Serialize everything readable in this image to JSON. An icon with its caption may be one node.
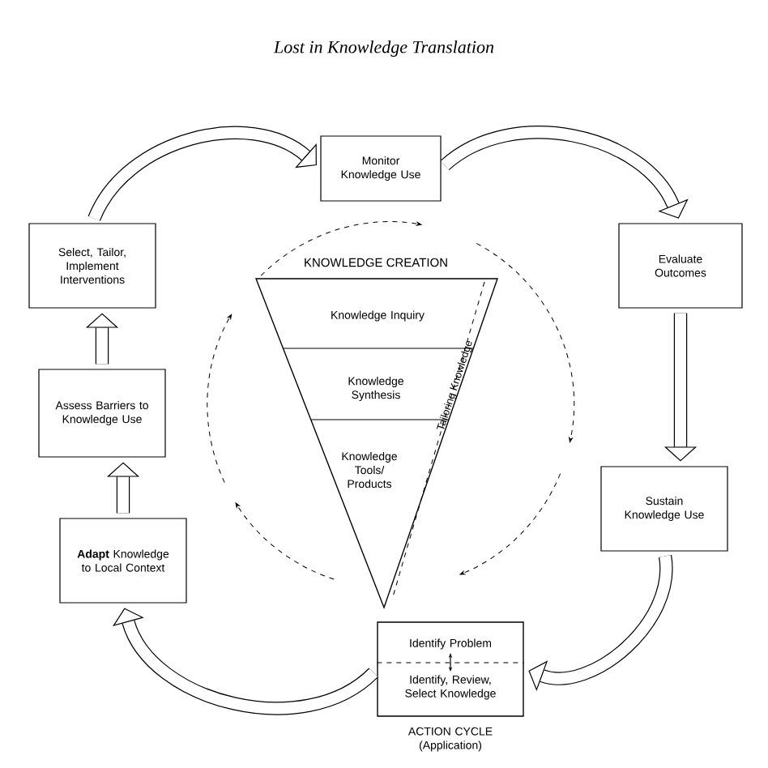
{
  "diagram": {
    "title": "Lost in Knowledge Translation",
    "nodes": [
      {
        "text": [
          "Monitor Knowledge Use"
        ]
      },
      {
        "text": [
          "Evaluate Outcomes"
        ]
      },
      {
        "text": [
          "Sustain Knowledge Use"
        ]
      },
      {
        "text": [
          "Identify  Problem",
          "Identify, Review, Select Knowledge",
          "ACTION CYCLE (Application)"
        ]
      },
      {
        "text": [
          "**Adapt** Knowledge to Local Context"
        ]
      },
      {
        "text": [
          "Assess Barriers to Knowledge Use"
        ]
      },
      {
        "text": [
          "Select, Tailor, Implement Interventions"
        ]
      },
      {
        "text": [
          "KNOWLEDGE CREATION"
        ]
      },
      {
        "text": [
          "Knowledge Inquiry"
        ],
        "in": 7
      },
      {
        "text": [
          "Knowledge Synthesis"
        ],
        "in": 7
      },
      {
        "text": [
          "Knowledge Tools/ Products"
        ],
        "in": 7
      }
    ],
    "edges": [
      {
        "from": 6,
        "to": 0,
        "arrow": "to"
      },
      {
        "from": 0,
        "to": 1,
        "arrow": "to"
      },
      {
        "from": 1,
        "to": 2,
        "arrow": "to"
      },
      {
        "from": 2,
        "to": 3,
        "arrow": "to"
      },
      {
        "from": 3,
        "to": 4,
        "arrow": "to"
      },
      {
        "from": 4,
        "to": 5,
        "arrow": "to"
      },
      {
        "from": 5,
        "to": 6,
        "arrow": "to"
      }
    ],
    "labels": [
      "Tailoring Knowledge"
    ]
  }
}
